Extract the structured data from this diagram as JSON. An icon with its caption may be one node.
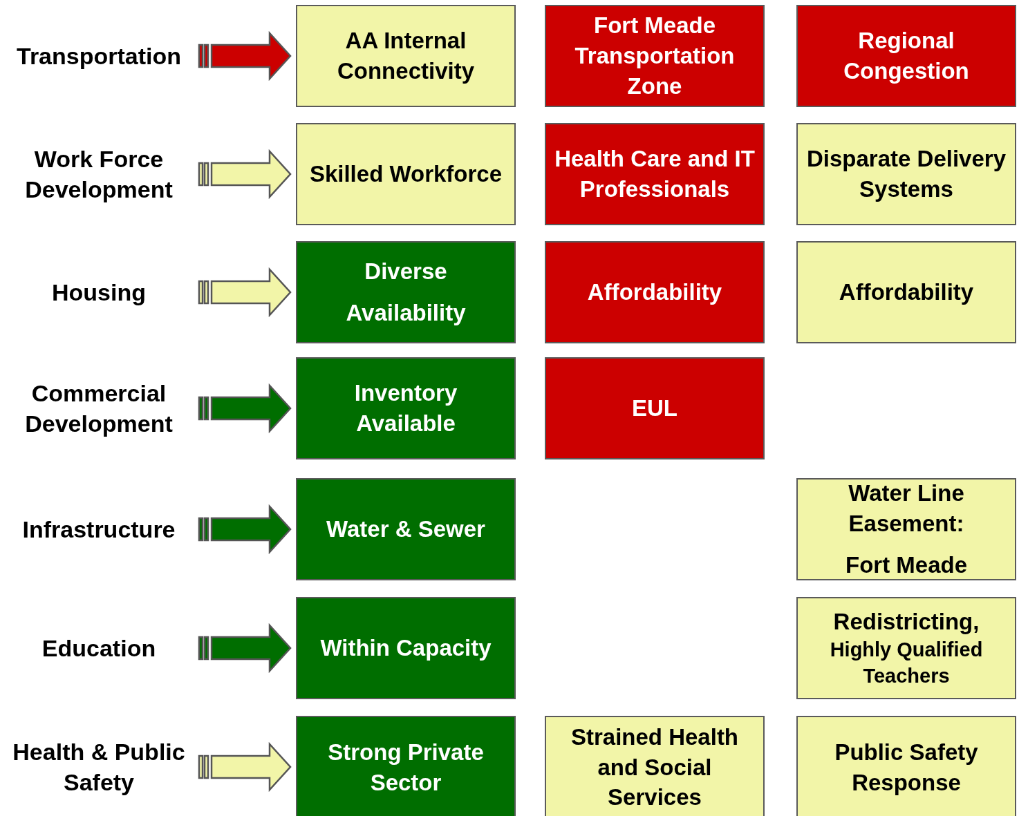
{
  "diagram": {
    "nodes": [
      {
        "text": [
          "Transportation"
        ]
      },
      {
        "text": [
          "AA Internal Connectivity"
        ]
      },
      {
        "text": [
          "Fort Meade Transportation Zone"
        ]
      },
      {
        "text": [
          "Regional Congestion"
        ]
      },
      {
        "text": [
          "Work Force Development"
        ]
      },
      {
        "text": [
          "Skilled Workforce"
        ]
      },
      {
        "text": [
          "Health Care and IT Professionals"
        ]
      },
      {
        "text": [
          "Disparate Delivery Systems"
        ]
      },
      {
        "text": [
          "Housing"
        ]
      },
      {
        "text": [
          "Diverse",
          "Availability"
        ]
      },
      {
        "text": [
          "Affordability"
        ]
      },
      {
        "text": [
          "Affordability"
        ]
      },
      {
        "text": [
          "Commercial Development"
        ]
      },
      {
        "text": [
          "Inventory Available"
        ]
      },
      {
        "text": [
          "EUL"
        ]
      },
      {
        "text": [
          "Infrastructure"
        ]
      },
      {
        "text": [
          "Water & Sewer"
        ]
      },
      {
        "text": [
          "Water Line Easement:",
          "Fort Meade"
        ]
      },
      {
        "text": [
          "Education"
        ]
      },
      {
        "text": [
          "Within Capacity"
        ]
      },
      {
        "text": [
          "Redistricting,",
          "Highly Qualified Teachers"
        ]
      },
      {
        "text": [
          "Health & Public Safety"
        ]
      },
      {
        "text": [
          "Strong Private Sector"
        ]
      },
      {
        "text": [
          "Strained Health and Social Services"
        ]
      },
      {
        "text": [
          "Public Safety Response"
        ]
      }
    ],
    "edges": [
      {
        "from": 0,
        "to": 1,
        "arrow": "to",
        "color": "#cc0000"
      },
      {
        "from": 4,
        "to": 5,
        "arrow": "to",
        "color": "#f2f5a8"
      },
      {
        "from": 8,
        "to": 9,
        "arrow": "to",
        "color": "#f2f5a8"
      },
      {
        "from": 12,
        "to": 13,
        "arrow": "to",
        "color": "#006e00"
      },
      {
        "from": 15,
        "to": 16,
        "arrow": "to",
        "color": "#006e00"
      },
      {
        "from": 18,
        "to": 19,
        "arrow": "to",
        "color": "#006e00"
      },
      {
        "from": 21,
        "to": 22,
        "arrow": "to",
        "color": "#f2f5a8"
      }
    ]
  }
}
